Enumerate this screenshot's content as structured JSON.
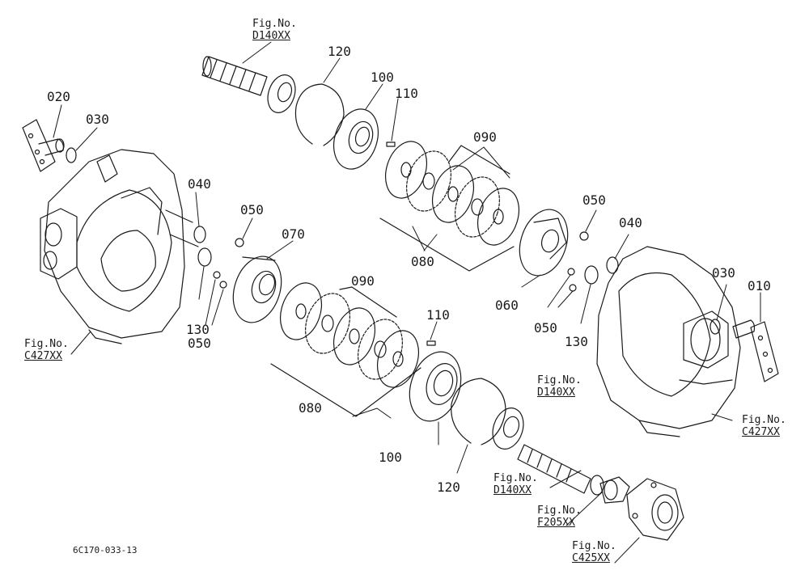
{
  "diagram_code": "6C170-033-13",
  "fig_prefix": "Fig.No.",
  "parts": [
    {
      "id": "p-010",
      "num": "010"
    },
    {
      "id": "p-020",
      "num": "020"
    },
    {
      "id": "p-030a",
      "num": "030"
    },
    {
      "id": "p-030b",
      "num": "030"
    },
    {
      "id": "p-040a",
      "num": "040"
    },
    {
      "id": "p-040b",
      "num": "040"
    },
    {
      "id": "p-050a",
      "num": "050"
    },
    {
      "id": "p-050b",
      "num": "050"
    },
    {
      "id": "p-050c",
      "num": "050"
    },
    {
      "id": "p-050d",
      "num": "050"
    },
    {
      "id": "p-060",
      "num": "060"
    },
    {
      "id": "p-070",
      "num": "070"
    },
    {
      "id": "p-080a",
      "num": "080"
    },
    {
      "id": "p-080b",
      "num": "080"
    },
    {
      "id": "p-090a",
      "num": "090"
    },
    {
      "id": "p-090b",
      "num": "090"
    },
    {
      "id": "p-100a",
      "num": "100"
    },
    {
      "id": "p-100b",
      "num": "100"
    },
    {
      "id": "p-110a",
      "num": "110"
    },
    {
      "id": "p-110b",
      "num": "110"
    },
    {
      "id": "p-120a",
      "num": "120"
    },
    {
      "id": "p-120b",
      "num": "120"
    },
    {
      "id": "p-130a",
      "num": "130"
    },
    {
      "id": "p-130b",
      "num": "130"
    }
  ],
  "fig_refs": [
    {
      "id": "f-d140-top",
      "code": "D140XX"
    },
    {
      "id": "f-c427-left",
      "code": "C427XX"
    },
    {
      "id": "f-c427-right",
      "code": "C427XX"
    },
    {
      "id": "f-d140-mid",
      "code": "D140XX"
    },
    {
      "id": "f-d140-low",
      "code": "D140XX"
    },
    {
      "id": "f-f205",
      "code": "F205XX"
    },
    {
      "id": "f-c425",
      "code": "C425XX"
    }
  ]
}
